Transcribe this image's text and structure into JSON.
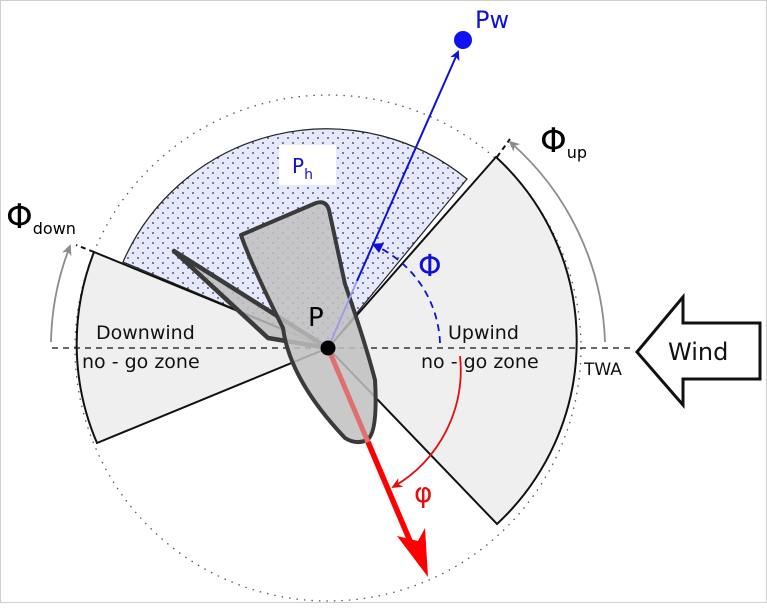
{
  "labels": {
    "point_w": "Pw",
    "point_h_main": "P",
    "point_h_sub": "h",
    "point_p": "P",
    "phi_up_main": "Φ",
    "phi_up_sub": "up",
    "phi_down_main": "Φ",
    "phi_down_sub": "down",
    "phi_blue": "Φ",
    "phi_red": "φ",
    "downwind_line1": "Downwind",
    "downwind_line2": "no - go zone",
    "upwind_line1": "Upwind",
    "upwind_line2": "no - go zone",
    "twa": "TWA",
    "wind": "Wind"
  },
  "colors": {
    "blue": "#1010d8",
    "red": "#e01010",
    "zone_fill": "#efefef",
    "hull_fill": "#c8c8c8",
    "hull_stroke": "#444444",
    "region_fill": "#e6e8fb",
    "grey_arrow": "#8c8c8c"
  }
}
